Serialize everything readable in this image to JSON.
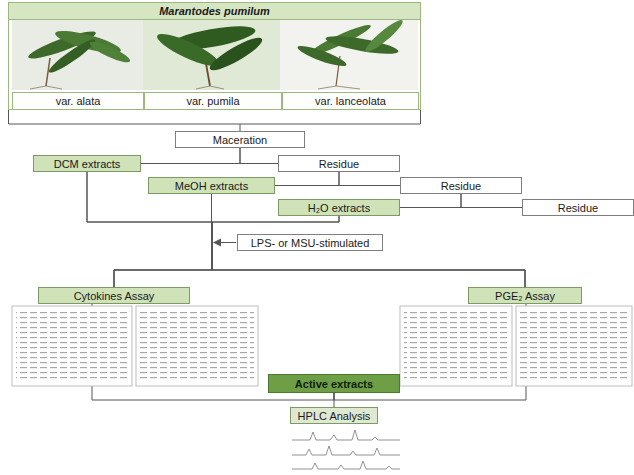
{
  "diagram": {
    "nodes": [
      {
        "text": [
          "Marantodes pumilum"
        ]
      },
      {
        "text": [
          "var. alata"
        ],
        "in": 0
      },
      {
        "text": [
          "var. pumila"
        ],
        "in": 0
      },
      {
        "text": [
          "var. lanceolata"
        ],
        "in": 0
      },
      {
        "text": [
          "Maceration"
        ]
      },
      {
        "text": [
          "DCM extracts"
        ]
      },
      {
        "text": [
          "Residue"
        ]
      },
      {
        "text": [
          "MeOH extracts"
        ]
      },
      {
        "text": [
          "Residue"
        ]
      },
      {
        "text": [
          "H₂O extracts"
        ]
      },
      {
        "text": [
          "Residue"
        ]
      },
      {
        "text": [
          "LPS- or MSU-stimulated"
        ]
      },
      {
        "text": [
          "Cytokines Assay"
        ]
      },
      {
        "text": [
          "PGE₂ Assay"
        ]
      },
      {
        "text": [
          "Active extracts"
        ]
      },
      {
        "text": [
          "HPLC Analysis"
        ]
      }
    ],
    "edges": [
      {
        "from": 0,
        "to": 4,
        "arrow": "none"
      },
      {
        "from": 4,
        "to": 5,
        "arrow": "none"
      },
      {
        "from": 4,
        "to": 6,
        "arrow": "none"
      },
      {
        "from": 6,
        "to": 7,
        "arrow": "none"
      },
      {
        "from": 6,
        "to": 8,
        "arrow": "none"
      },
      {
        "from": 8,
        "to": 9,
        "arrow": "none"
      },
      {
        "from": 8,
        "to": 10,
        "arrow": "none"
      },
      {
        "from": 5,
        "to": 12,
        "arrow": "none"
      },
      {
        "from": 5,
        "to": 13,
        "arrow": "none"
      },
      {
        "from": 7,
        "to": 12,
        "arrow": "none"
      },
      {
        "from": 7,
        "to": 13,
        "arrow": "none"
      },
      {
        "from": 9,
        "to": 12,
        "arrow": "none"
      },
      {
        "from": 9,
        "to": 13,
        "arrow": "none"
      },
      {
        "from": 12,
        "to": 14,
        "arrow": "none"
      },
      {
        "from": 13,
        "to": 14,
        "arrow": "none"
      },
      {
        "from": 14,
        "to": 15,
        "arrow": "none"
      }
    ]
  }
}
